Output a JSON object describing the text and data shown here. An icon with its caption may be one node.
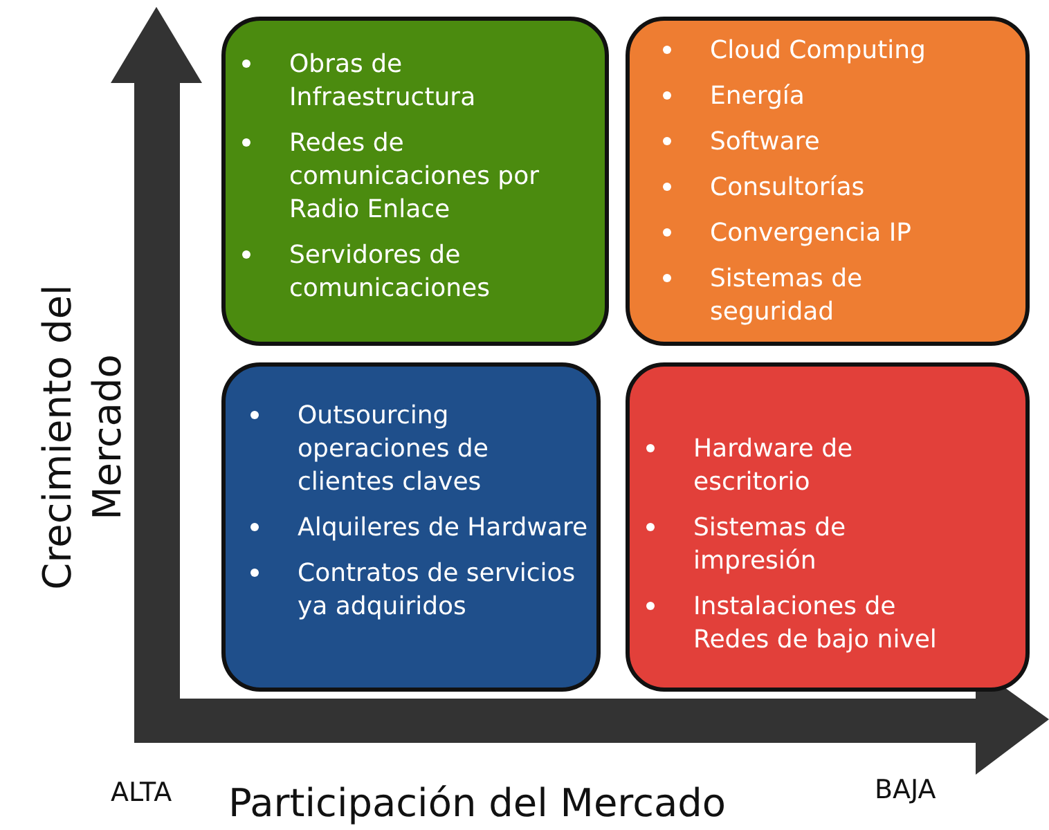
{
  "diagram": {
    "nodes": [
      {
        "text": [
          "Obras de Infraestructura",
          "Redes de comunicaciones por Radio Enlace",
          "Servidores de comunicaciones"
        ]
      },
      {
        "text": [
          "Cloud Computing",
          "Energía",
          "Software",
          "Consultorías",
          "Convergencia IP",
          "Sistemas de seguridad"
        ]
      },
      {
        "text": [
          "Outsourcing operaciones de clientes claves",
          "Alquileres de Hardware",
          "Contratos de servicios ya adquiridos"
        ]
      },
      {
        "text": [
          "Hardware de escritorio",
          "Sistemas de impresión",
          "Instalaciones de Redes de bajo nivel"
        ]
      }
    ],
    "edges": [],
    "labels": [
      "Crecimiento del Mercado",
      "ALTA",
      "Participación del Mercado",
      "BAJA"
    ]
  }
}
